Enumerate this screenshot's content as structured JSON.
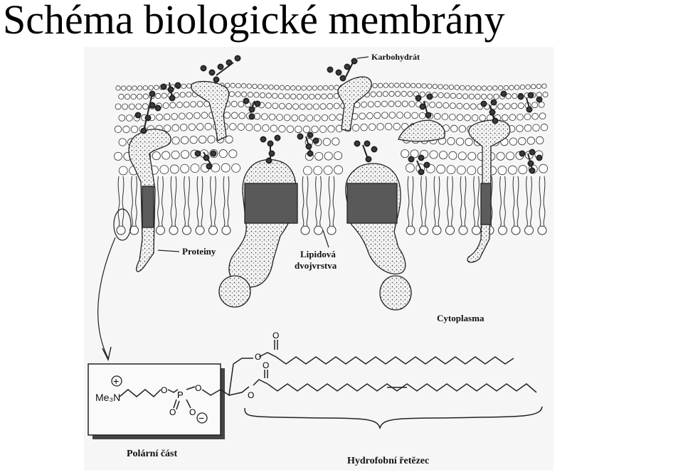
{
  "slide": {
    "title": "Schéma biologické membrány"
  },
  "figure": {
    "labels": {
      "carbohydrate": "Karbohydrát",
      "proteins": "Proteiny",
      "lipid_bilayer_line1": "Lipidová",
      "lipid_bilayer_line2": "dvojvrstva",
      "cytoplasm": "Cytoplasma",
      "polar_part": "Polární část",
      "hydrophobic_chain": "Hydrofobní řetězec"
    },
    "molecule": {
      "ammonium": "Me₃N",
      "plus": "+",
      "minus": "−",
      "phosphorus": "P",
      "oxygen": "O"
    }
  }
}
